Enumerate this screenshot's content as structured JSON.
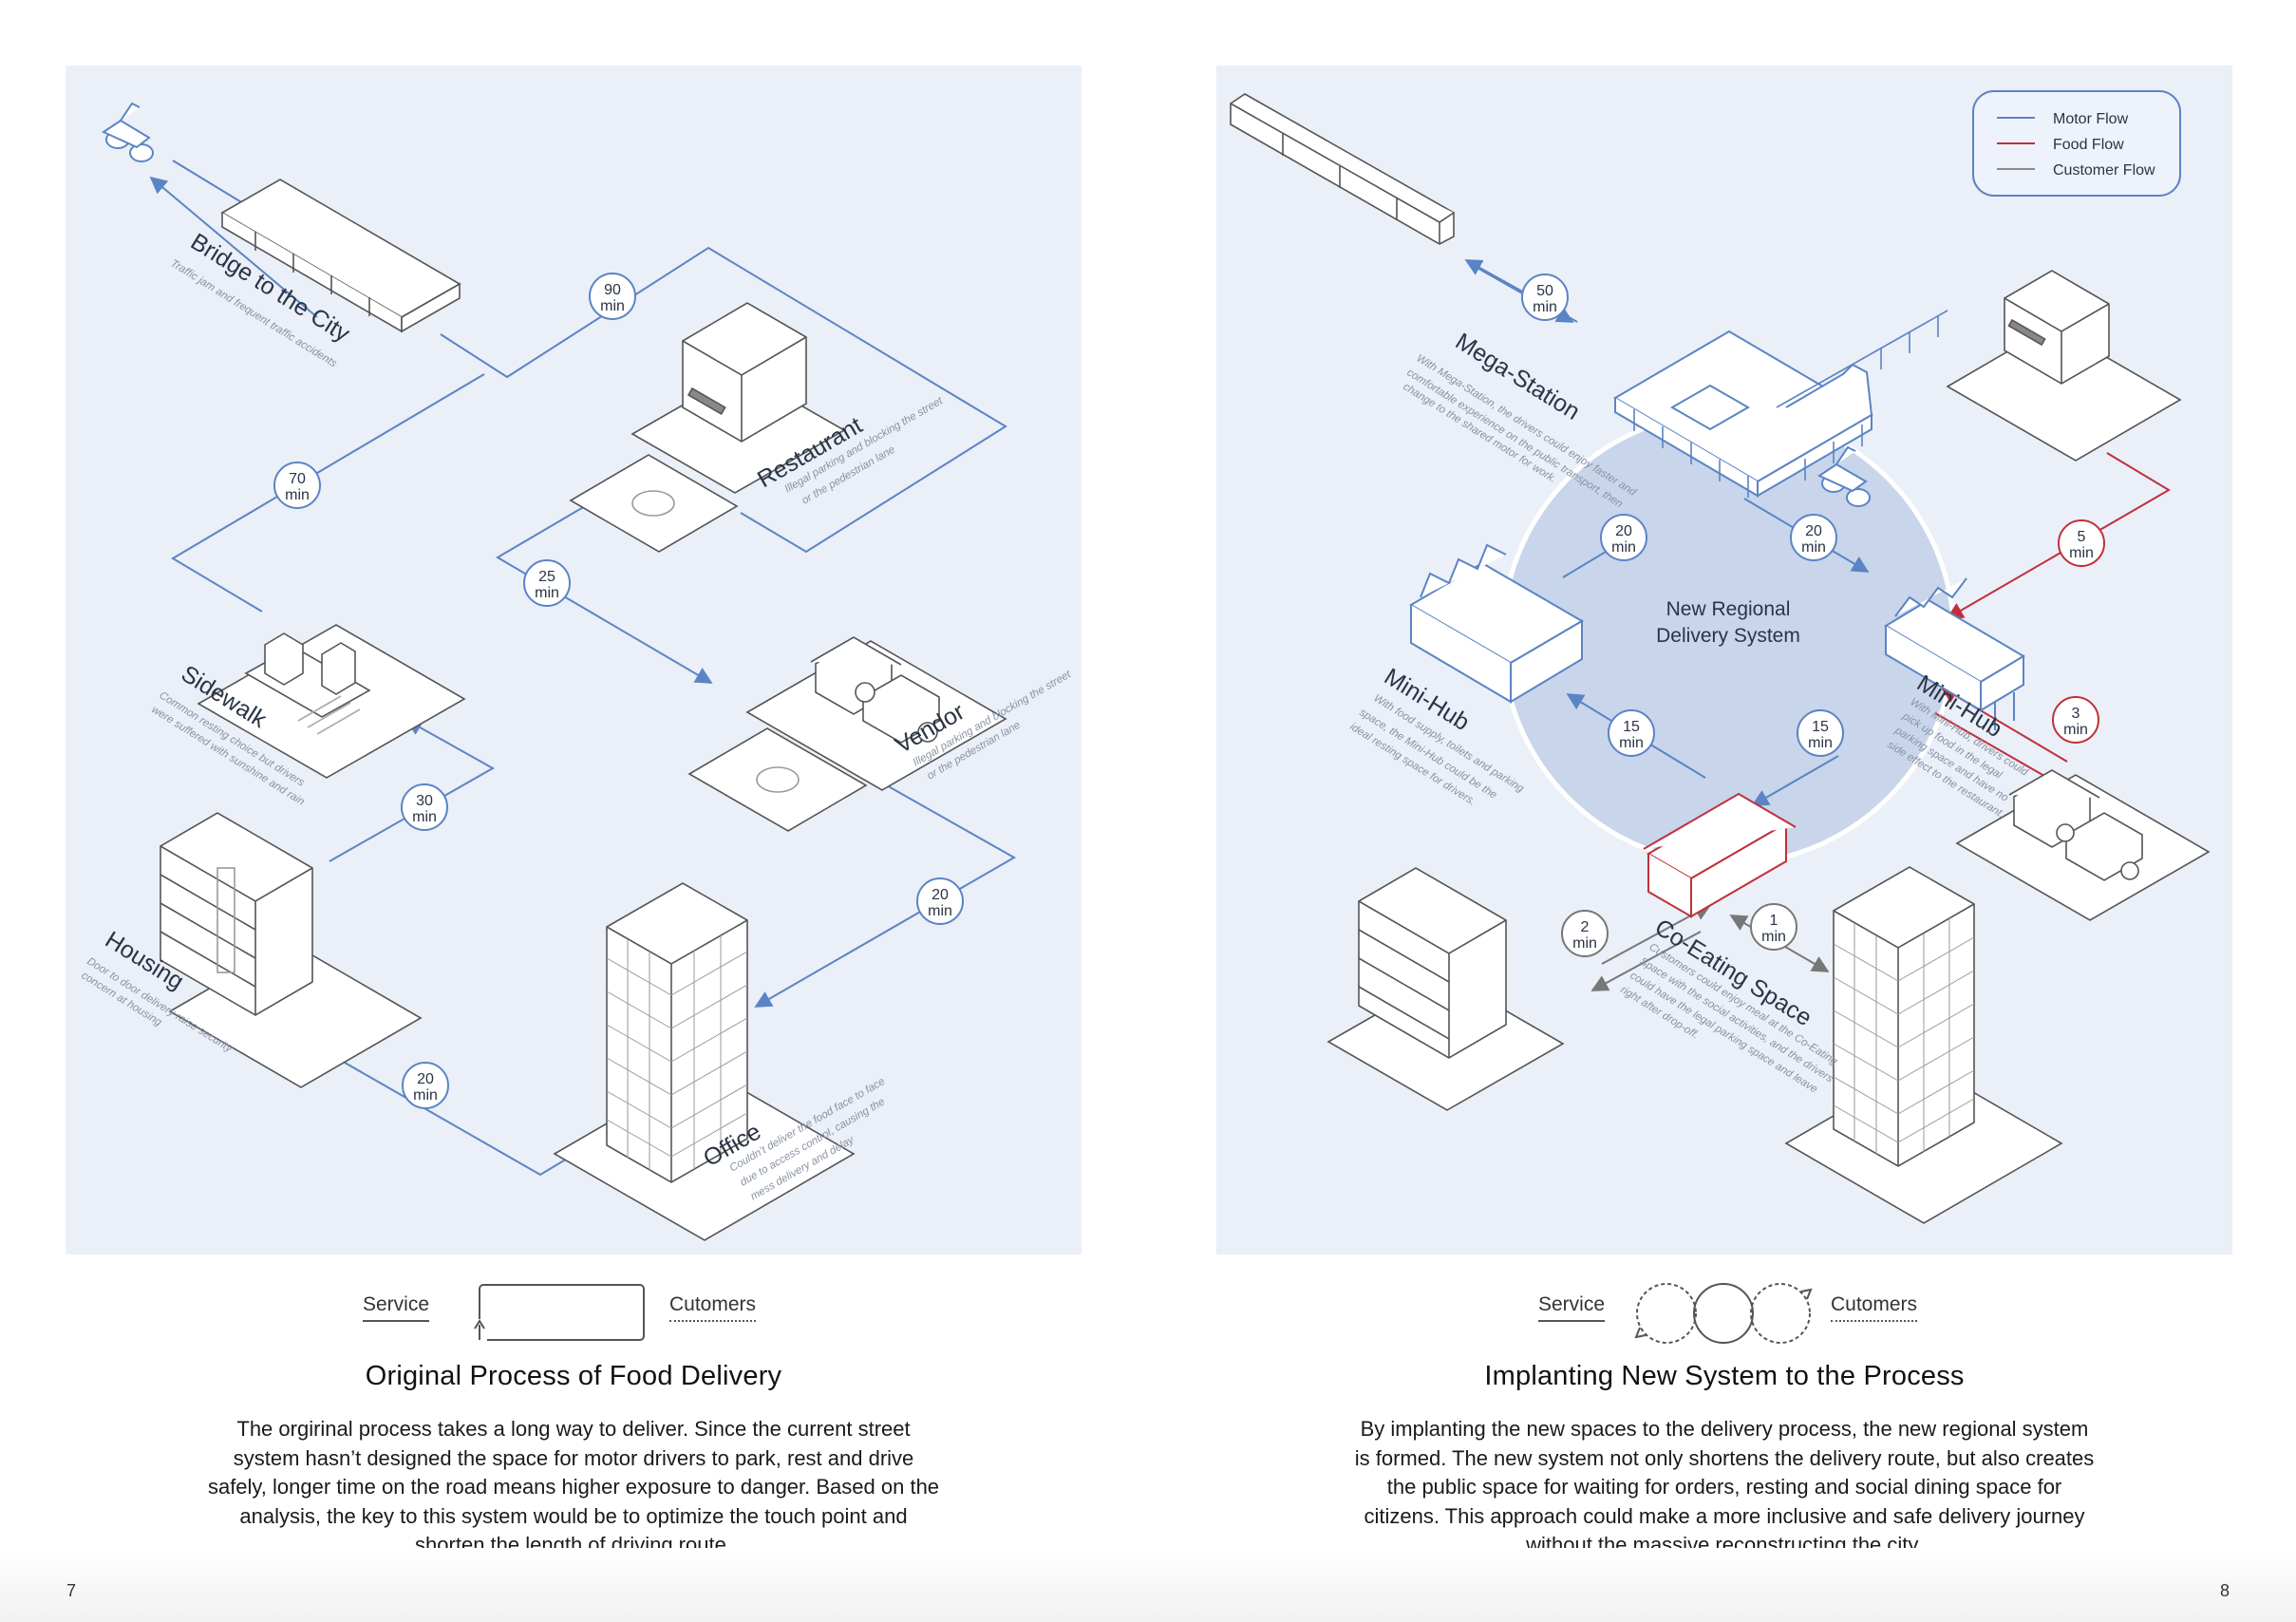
{
  "left": {
    "title": "Original Process of Food Delivery",
    "body": "The orgirinal process takes a long way to deliver. Since the current street system hasn’t designed the space for motor drivers to park, rest and drive safely, longer time on the road means higher exposure to danger. Based on the analysis, the key to this system would be to optimize the touch point and shorten the length of driving route.",
    "service_label": "Service",
    "customers_label": "Cutomers",
    "page_number": "7",
    "places": {
      "bridge": "Bridge to the City",
      "bridge_note": "Traffic jam and frequent traffic accidents",
      "restaurant": "Restaurant",
      "restaurant_note1": "Illegal parking and blocking the street",
      "restaurant_note2": "or the pedestrian lane",
      "sidewalk": "Sidewalk",
      "sidewalk_note1": "Common resting choice but drivers",
      "sidewalk_note2": "were suffered with sunshine and rain",
      "vendor": "Vendor",
      "vendor_note1": "Illegal parking and blocking the street",
      "vendor_note2": "or the pedestrian lane",
      "housing": "Housing",
      "housing_note1": "Door to door delivery raise security",
      "housing_note2": "concern at housing",
      "office": "Office",
      "office_note1": "Couldn’t deliver the food face to face",
      "office_note2": "due to access control, causing the",
      "office_note3": "mess delivery and delay"
    },
    "badges": {
      "b90": "90",
      "b70": "70",
      "b25": "25",
      "b30": "30",
      "b20a": "20",
      "b20b": "20",
      "unit": "min"
    }
  },
  "right": {
    "title": "Implanting New System to the Process",
    "body": "By implanting the new spaces to the delivery process, the new regional system is formed. The new system not only shortens the delivery route, but also creates the public space for waiting for orders, resting and social dining space for citizens. This approach could make a more inclusive and safe delivery journey without the massive reconstructing the city.",
    "service_label": "Service",
    "customers_label": "Cutomers",
    "page_number": "8",
    "center_line1": "New Regional",
    "center_line2": "Delivery System",
    "legend": {
      "motor": "Motor Flow",
      "food": "Food Flow",
      "customer": "Customer Flow",
      "motor_color": "#5b84c4",
      "food_color": "#c0303a",
      "customer_color": "#8a8a8a"
    },
    "places": {
      "mega": "Mega-Station",
      "mega_note1": "With Mega-Station, the drivers could enjoy faster and",
      "mega_note2": "comfortable experience on the public transport, then",
      "mega_note3": "change to the shared motor for work.",
      "minihub_left": "Mini-Hub",
      "minihub_left_note1": "With food supply, toilets and parking",
      "minihub_left_note2": "space, the Mini-Hub could be the",
      "minihub_left_note3": "ideal resting space for drivers.",
      "minihub_right": "Mini-Hub",
      "minihub_right_note1": "With Mini-Hub, drivers could",
      "minihub_right_note2": "pick up food in the legal",
      "minihub_right_note3": "parking space and have no",
      "minihub_right_note4": "side effect to the restaurant.",
      "coeating": "Co-Eating Space",
      "coeating_note1": "Customers could enjoy meal at the Co-Eating",
      "coeating_note2": "Space with the social activities, and the drivers",
      "coeating_note3": "could have the legal parking space and leave",
      "coeating_note4": "right after drop-off."
    },
    "badges": {
      "b50": "50",
      "b20a": "20",
      "b20b": "20",
      "b5": "5",
      "b15a": "15",
      "b15b": "15",
      "b3": "3",
      "b2": "2",
      "b1": "1",
      "unit": "min"
    }
  }
}
